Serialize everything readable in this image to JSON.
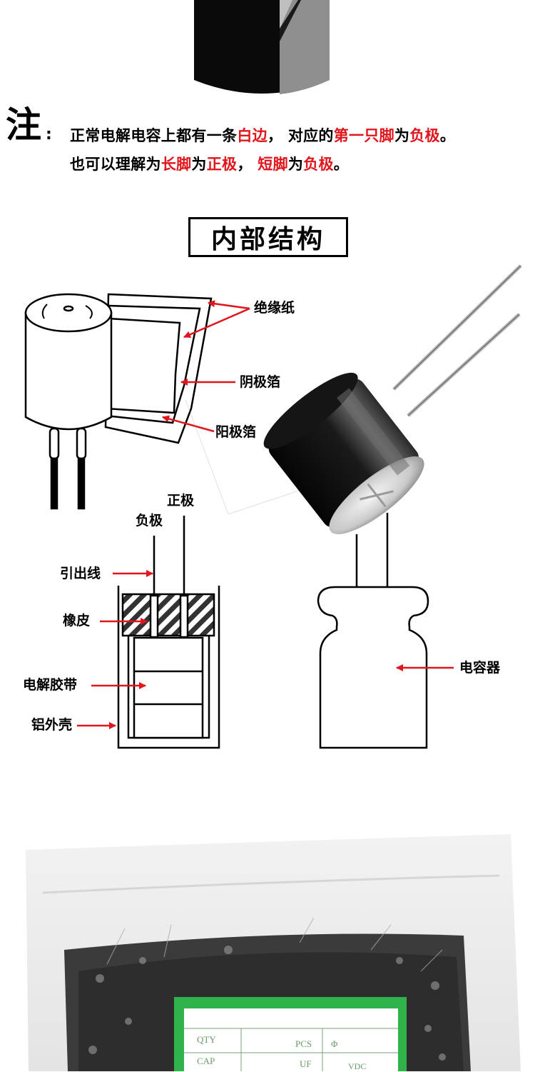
{
  "note": {
    "mark": "注",
    "colon": ":",
    "line1": {
      "p1": "正常电解电容上都有一条",
      "p2": "白边",
      "p3": "，  对应的",
      "p4": "第一只脚",
      "p5": "为",
      "p6": "负极",
      "p7": "。"
    },
    "line2": {
      "p1": "也可以理解为",
      "p2": "长脚",
      "p3": "为",
      "p4": "正极",
      "p5": "，  ",
      "p6": "短脚",
      "p7": "为",
      "p8": "负极",
      "p9": "。"
    }
  },
  "section_title": "内部结构",
  "diagram1": {
    "labels": {
      "insulating_paper": "绝缘纸",
      "cathode_foil": "阴极箔",
      "anode_foil": "阳极箔"
    }
  },
  "diagram2": {
    "labels": {
      "positive": "正极",
      "negative": "负极",
      "lead_wire": "引出线",
      "rubber": "橡皮",
      "electrolytic_tape": "电解胶带",
      "aluminum_shell": "铝外壳"
    }
  },
  "diagram3": {
    "labels": {
      "capacitor": "电容器"
    }
  },
  "photo_label": {
    "row1": [
      "QTY",
      "PCS",
      "Φ"
    ],
    "row2": [
      "CAP",
      "UF",
      "VDC"
    ]
  },
  "colors": {
    "accent_red": "#e0161c",
    "label_green": "#2fb34a"
  }
}
